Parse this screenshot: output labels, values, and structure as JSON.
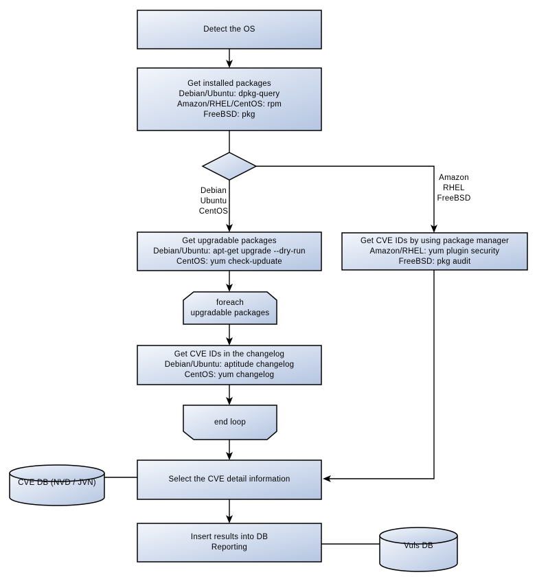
{
  "colors": {
    "fill_light": "#f3f6fb",
    "fill_dark": "#b5c6e2",
    "stroke": "#000000",
    "background": "#ffffff"
  },
  "nodes": {
    "detect_os": {
      "lines": [
        "Detect the OS"
      ]
    },
    "get_installed": {
      "lines": [
        "Get installed packages",
        "Debian/Ubuntu: dpkg-query",
        "Amazon/RHEL/CentOS: rpm",
        "FreeBSD: pkg"
      ]
    },
    "get_upgradable": {
      "lines": [
        "Get upgradable packages",
        "Debian/Ubuntu: apt-get upgrade --dry-run",
        "CentOS: yum check-upduate"
      ]
    },
    "get_cve_pkg_manager": {
      "lines": [
        "Get CVE IDs by using package manager",
        "Amazon/RHEL: yum plugin security",
        "FreeBSD: pkg audit"
      ]
    },
    "foreach_loop": {
      "lines": [
        "foreach",
        "upgradable  packages"
      ]
    },
    "get_cve_changelog": {
      "lines": [
        "Get CVE IDs in the changelog",
        "Debian/Ubuntu: aptitude changelog",
        "CentOS: yum changelog"
      ]
    },
    "end_loop": {
      "lines": [
        "end loop"
      ]
    },
    "select_cve": {
      "lines": [
        "Select the CVE detail information"
      ]
    },
    "cve_db": {
      "lines": [
        "CVE DB (NVD / JVN)"
      ]
    },
    "insert_results": {
      "lines": [
        "Insert results into DB",
        "Reporting"
      ]
    },
    "vuls_db": {
      "lines": [
        "Vuls DB"
      ]
    }
  },
  "edge_labels": {
    "branch_left": {
      "lines": [
        "Debian",
        "Ubuntu",
        "CentOS"
      ]
    },
    "branch_right": {
      "lines": [
        "Amazon",
        "RHEL",
        "FreeBSD"
      ]
    }
  }
}
